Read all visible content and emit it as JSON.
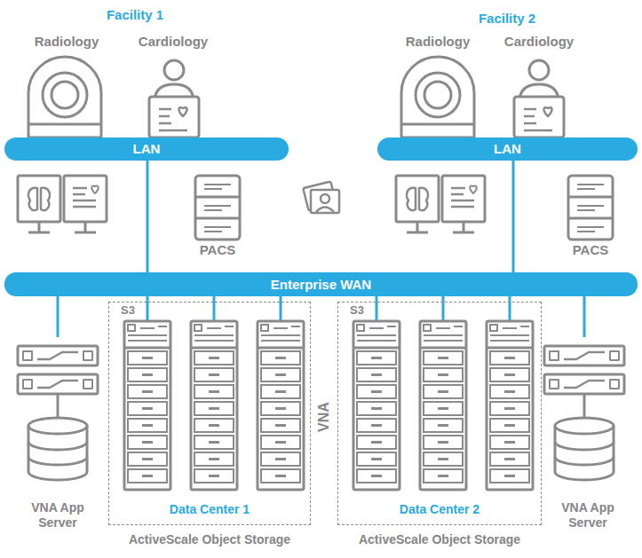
{
  "diagram": {
    "nodes": [
      {
        "text": [
          "Radiology"
        ]
      },
      {
        "text": [
          "Cardiology"
        ]
      },
      {
        "text": [
          "LAN"
        ]
      },
      {
        "text": [
          "PACS"
        ]
      },
      {
        "text": [
          "Radiology"
        ]
      },
      {
        "text": [
          "Cardiology"
        ]
      },
      {
        "text": [
          "LAN"
        ]
      },
      {
        "text": [
          "PACS"
        ]
      },
      {
        "text": [
          "Enterprise WAN"
        ]
      },
      {
        "text": [
          "VNA App Server"
        ]
      },
      {
        "text": [
          "Data Center 1",
          "ActiveScale Object Storage"
        ]
      },
      {
        "text": [
          "Data Center 2",
          "ActiveScale Object Storage"
        ]
      },
      {
        "text": [
          "VNA App Server"
        ]
      }
    ],
    "edges": [
      {
        "from": 2,
        "to": 8,
        "arrow": "none"
      },
      {
        "from": 6,
        "to": 8,
        "arrow": "none"
      },
      {
        "from": 8,
        "to": 9,
        "arrow": "none"
      },
      {
        "from": 8,
        "to": 10,
        "arrow": "none"
      },
      {
        "from": 8,
        "to": 10,
        "arrow": "none"
      },
      {
        "from": 8,
        "to": 10,
        "arrow": "none"
      },
      {
        "from": 8,
        "to": 11,
        "arrow": "none"
      },
      {
        "from": 8,
        "to": 11,
        "arrow": "none"
      },
      {
        "from": 8,
        "to": 11,
        "arrow": "none"
      },
      {
        "from": 8,
        "to": 12,
        "arrow": "none"
      }
    ],
    "labels": [
      "Facility 1",
      "Facility 2",
      "S3",
      "S3",
      "VNA"
    ]
  }
}
